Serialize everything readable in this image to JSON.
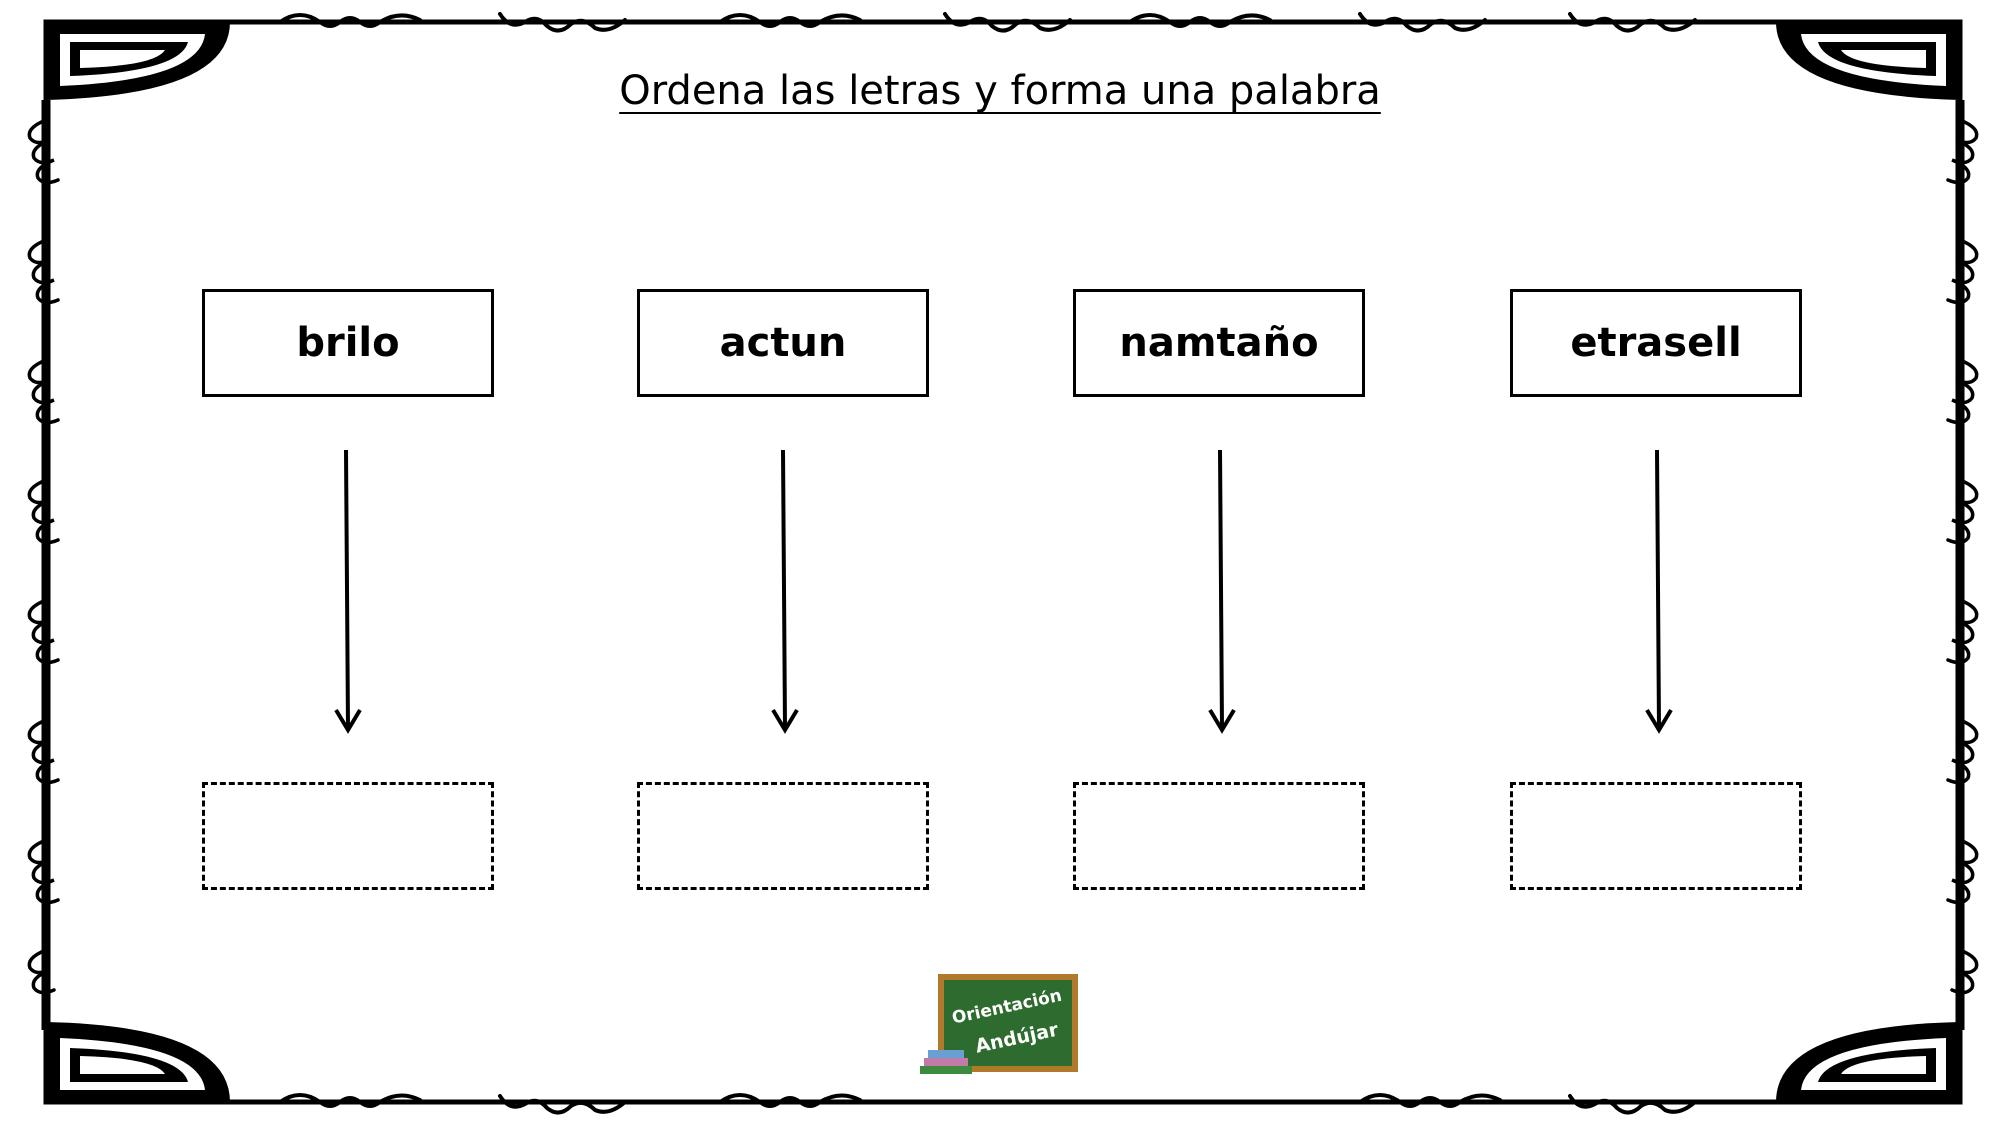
{
  "slide": {
    "title": "Ordena  las letras y forma una palabra",
    "words": [
      {
        "scrambled": "brilo",
        "answer": ""
      },
      {
        "scrambled": "actun",
        "answer": ""
      },
      {
        "scrambled": "namtaño",
        "answer": ""
      },
      {
        "scrambled": "etrasell",
        "answer": ""
      }
    ],
    "logo": {
      "line1": "Orientación",
      "line2": "Andújar"
    }
  },
  "colors": {
    "ink": "#000000",
    "chalkboard": "#2e6b2e",
    "frame_wood": "#b07a2a"
  }
}
